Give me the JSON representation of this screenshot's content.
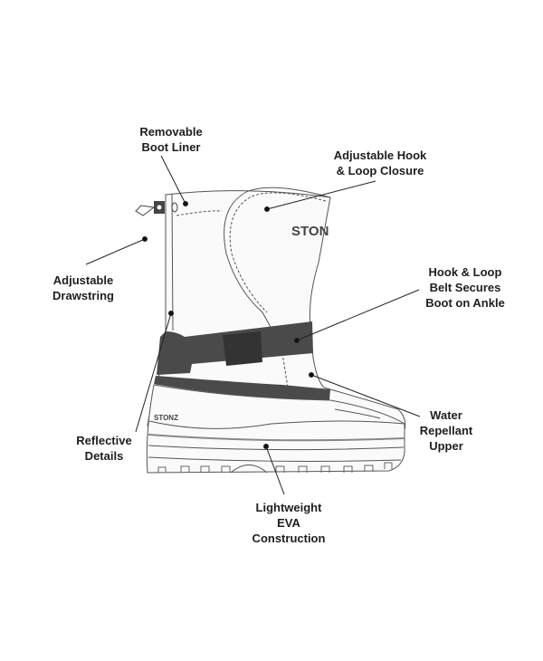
{
  "brand": {
    "shaft_logo": "STONZ",
    "toe_logo": "STONZ"
  },
  "colors": {
    "outline": "#555555",
    "strap": "#4a4a4a",
    "patch": "#333333",
    "text": "#1e1e1e"
  },
  "callouts": [
    {
      "id": "liner",
      "lines": [
        "Removable",
        "Boot Liner"
      ]
    },
    {
      "id": "closure",
      "lines": [
        "Adjustable Hook",
        "& Loop Closure"
      ]
    },
    {
      "id": "drawstring",
      "lines": [
        "Adjustable",
        "Drawstring"
      ]
    },
    {
      "id": "belt",
      "lines": [
        "Hook & Loop",
        "Belt Secures",
        "Boot on Ankle"
      ]
    },
    {
      "id": "reflective",
      "lines": [
        "Reflective",
        "Details"
      ]
    },
    {
      "id": "upper",
      "lines": [
        "Water",
        "Repellant",
        "Upper"
      ]
    },
    {
      "id": "eva",
      "lines": [
        "Lightweight",
        "EVA",
        "Construction"
      ]
    }
  ]
}
